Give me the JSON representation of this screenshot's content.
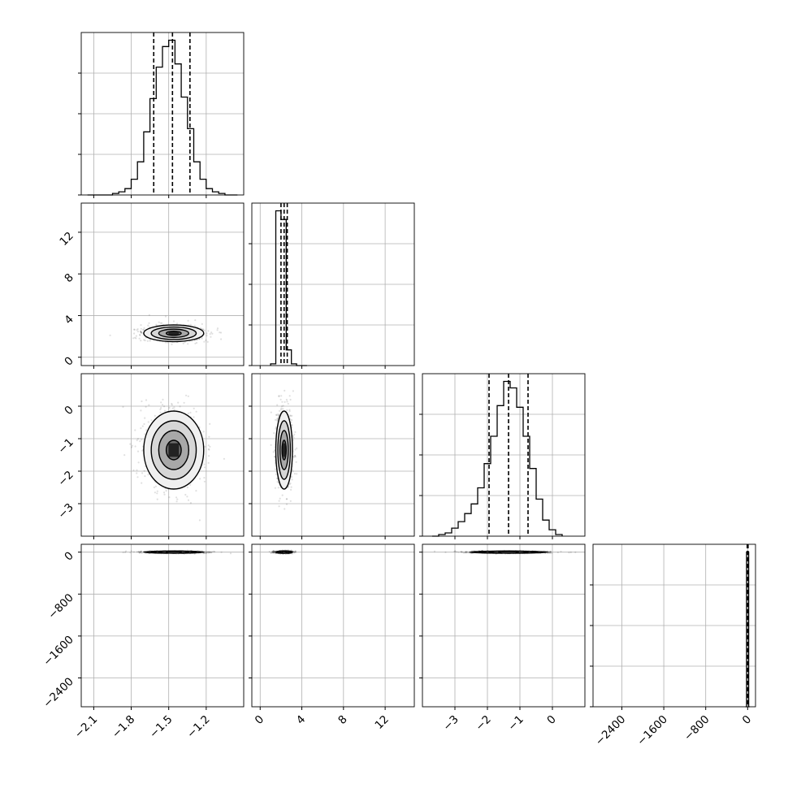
{
  "chart_data": {
    "type": "corner",
    "grid": true,
    "parameters": [
      {
        "range": [
          -2.2,
          -0.9
        ],
        "ticks": [
          -2.1,
          -1.8,
          -1.5,
          -1.2
        ],
        "tick_labels": [
          "−2.1",
          "−1.8",
          "−1.5",
          "−1.2"
        ],
        "quantiles": [
          -1.62,
          -1.47,
          -1.33
        ],
        "mean": -1.46,
        "sd": 0.12
      },
      {
        "range": [
          -0.8,
          14.8
        ],
        "ticks": [
          0,
          4,
          8,
          12
        ],
        "tick_labels": [
          "0",
          "4",
          "8",
          "12"
        ],
        "quantiles": [
          2.0,
          2.3,
          2.6
        ],
        "mean": 2.3,
        "sd": 0.4
      },
      {
        "range": [
          -4.0,
          1.0
        ],
        "ticks": [
          -3,
          -2,
          -1,
          0
        ],
        "tick_labels": [
          "−3",
          "−2",
          "−1",
          "0"
        ],
        "quantiles": [
          -1.95,
          -1.35,
          -0.75
        ],
        "mean": -1.35,
        "sd": 0.6
      },
      {
        "range": [
          -2950,
          150
        ],
        "ticks": [
          -2400,
          -1600,
          -800,
          0
        ],
        "tick_labels": [
          "−2400",
          "−1600",
          "−800",
          "0"
        ],
        "quantiles": [
          -8,
          0,
          8
        ],
        "mean": 0,
        "sd": 10
      }
    ],
    "histograms": [
      {
        "bins": [
          -2.15,
          -2.1,
          -2.05,
          -2.0,
          -1.95,
          -1.9,
          -1.85,
          -1.8,
          -1.75,
          -1.7,
          -1.65,
          -1.6,
          -1.55,
          -1.5,
          -1.45,
          -1.4,
          -1.35,
          -1.3,
          -1.25,
          -1.2,
          -1.15,
          -1.1,
          -1.05,
          -1.0,
          -0.95
        ],
        "counts": [
          0,
          0,
          0,
          0,
          1,
          2,
          4,
          10,
          21,
          40,
          61,
          81,
          94,
          98,
          83,
          62,
          42,
          21,
          10,
          4,
          2,
          1,
          0,
          0
        ]
      },
      {
        "bins": [
          1.0,
          1.5,
          2.0,
          2.5,
          3.0,
          3.5,
          4.0,
          4.5
        ],
        "counts": [
          1,
          89,
          84,
          9,
          1,
          0,
          0
        ]
      },
      {
        "bins": [
          -3.7,
          -3.5,
          -3.3,
          -3.1,
          -2.9,
          -2.7,
          -2.5,
          -2.3,
          -2.1,
          -1.9,
          -1.7,
          -1.5,
          -1.3,
          -1.1,
          -0.9,
          -0.7,
          -0.5,
          -0.3,
          -0.1,
          0.1,
          0.3
        ],
        "counts": [
          0,
          1,
          2,
          5,
          9,
          14,
          20,
          30,
          45,
          62,
          81,
          96,
          92,
          80,
          62,
          42,
          23,
          10,
          4,
          1
        ]
      },
      {
        "bins": [
          -40,
          -20,
          0,
          20,
          40
        ],
        "counts": [
          0,
          88,
          88,
          0
        ]
      }
    ]
  }
}
